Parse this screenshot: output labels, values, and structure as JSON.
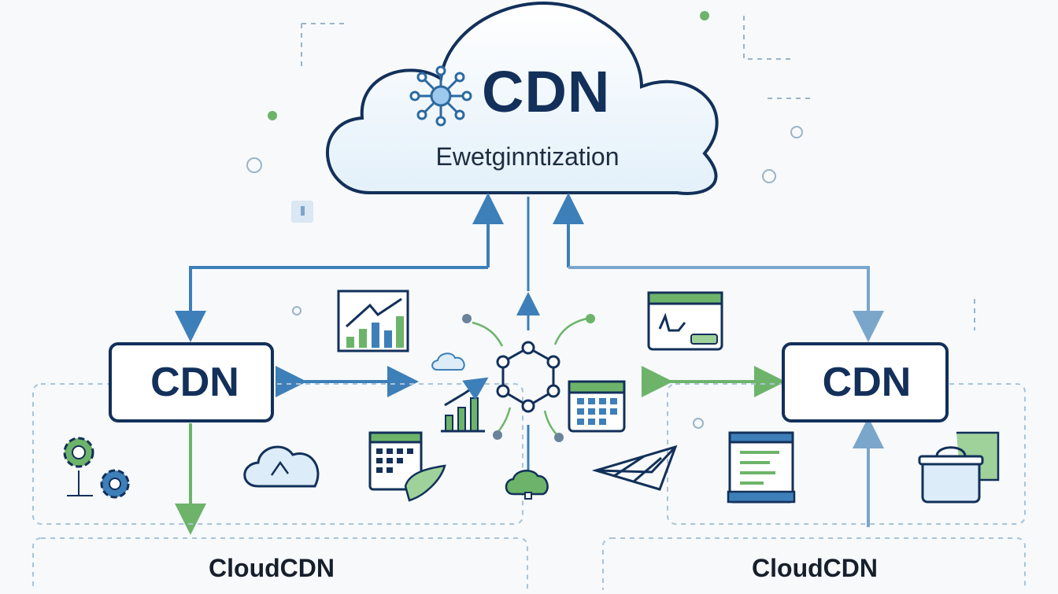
{
  "main_cloud": {
    "title": "CDN",
    "subtitle": "Ewetginntization"
  },
  "left_node": {
    "label": "CDN"
  },
  "right_node": {
    "label": "CDN"
  },
  "bottom_left": {
    "label": "CloudCDN"
  },
  "bottom_right": {
    "label": "CloudCDN"
  },
  "colors": {
    "navy": "#12305a",
    "blue_arrow": "#3d7fb8",
    "green_arrow": "#6db46a",
    "green_icon": "#5aa55a",
    "light_blue_fill": "#dcecf8",
    "dashed_border": "#a9c4d8"
  },
  "icons": [
    "network-hub-icon",
    "bar-chart-trend-icon",
    "cloud-small-icon",
    "hexagon-network-icon",
    "calendar-icon",
    "growth-chart-icon",
    "browser-window-icon",
    "gears-icon",
    "cloud-outline-icon",
    "spreadsheet-icon",
    "cloud-upload-icon",
    "paper-plane-icon",
    "document-list-icon",
    "basket-icon"
  ]
}
